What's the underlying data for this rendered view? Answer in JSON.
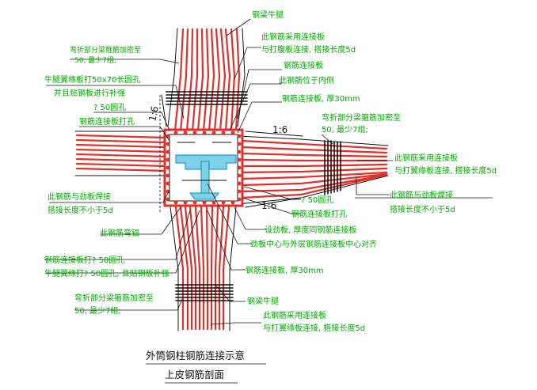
{
  "colors": {
    "rebar": "#e0302a",
    "outline": "#111111",
    "label": "#00aa00",
    "leader": "#111111",
    "plate": "#7fd0e8",
    "dot": "#e0302a"
  },
  "labels": {
    "beam_bracket_top": "钢梁牛腿",
    "bar_connect_web_1": "此钢筋采用连接板",
    "bar_connect_web_2": "与打腹板连接, 搭接长度5d",
    "dense_stirrup_top_1": "弯折部分梁箍筋加密至",
    "dense_stirrup_top_2": "50, 最少7组;",
    "bar_connect_plate": "钢筋连接板",
    "bracket_hole_1": "牛腿翼缘板打50x70长圆孔",
    "bar_inner_side": "此钢筋位于内侧",
    "bracket_hole_2": "并且贴钢板进行补强",
    "connect_plate_thk_top": "钢筋连接板, 厚30mm",
    "hole_50_top": "? 50圆孔",
    "plate_drill_top": "钢筋连接板打孔",
    "dense_stirrup_right_1": "弯折部分梁箍筋加密至",
    "dense_stirrup_right_2": "50, 最少7组;",
    "bar_connect_flange_right_1": "此钢筋采用连接板",
    "bar_connect_flange_right_2": "与打翼缘板连接, 搭接长度5d",
    "weld_left_1": "此钢筋与劲板焊接",
    "weld_left_2": "搭接长度不小于5d",
    "weld_right_1": "此钢筋与劲板焊接",
    "weld_right_2": "搭接长度不小于5d",
    "hole_50_right": "? 50圆孔",
    "plate_drill_right": "钢筋连接板打孔",
    "stiffener_1": "设劲板, 厚度同钢筋连接板",
    "stiffener_2": "劲板中心与外层钢筋连接板中心对齐",
    "bar_hook": "此钢筋弯锚",
    "plate_drill_bottom": "钢筋连接板打? 50圆孔",
    "bracket_flange_bottom": "牛腿翼缘打? 50圆孔, 且贴钢板补强",
    "connect_plate_thk_bottom": "钢筋连接板, 厚30mm",
    "dense_stirrup_bottom_1": "弯折部分梁箍筋加密至",
    "dense_stirrup_bottom_2": "50, 最少7组;",
    "beam_bracket_bottom": "钢梁牛腿",
    "bar_connect_flange_bottom_1": "此钢筋采用连接板",
    "bar_connect_flange_bottom_2": "与打翼缘板连接, 搭接长度5d",
    "ratio_left": "1:6",
    "ratio_right_top": "1:6",
    "ratio_right_bottom": "1:6"
  },
  "title": "外筒钢柱钢筋连接示意",
  "subtitle": "上皮钢筋剖面"
}
